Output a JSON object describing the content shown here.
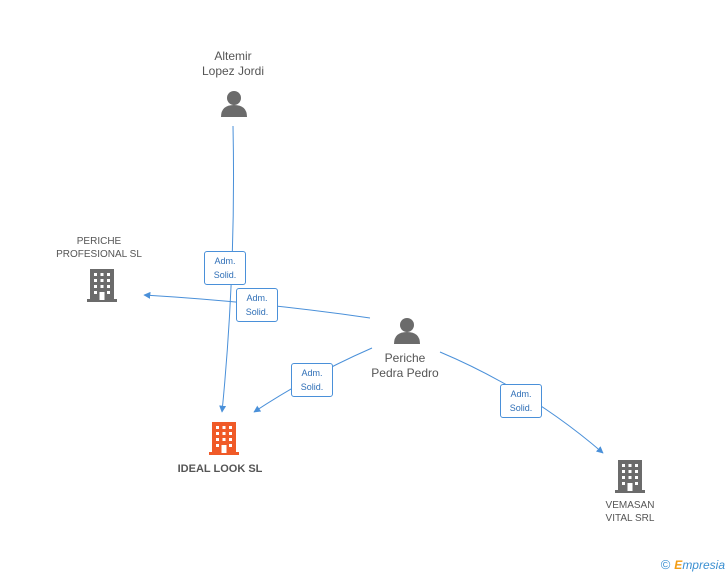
{
  "nodes": {
    "altemir": {
      "lines": [
        "Altemir",
        "Lopez Jordi"
      ],
      "type": "person"
    },
    "periche_pedro": {
      "lines": [
        "Periche",
        "Pedra Pedro"
      ],
      "type": "person"
    },
    "periche_profesional": {
      "lines": [
        "PERICHE",
        "PROFESIONAL SL"
      ],
      "type": "company"
    },
    "ideal_look": {
      "lines": [
        "IDEAL LOOK SL"
      ],
      "type": "company-focus"
    },
    "vemasan": {
      "lines": [
        "VEMASAN",
        "VITAL SRL"
      ],
      "type": "company"
    }
  },
  "edges": [
    {
      "from": "altemir",
      "to": "ideal_look",
      "label": [
        "Adm.",
        "Solid."
      ]
    },
    {
      "from": "periche_pedro",
      "to": "periche_profesional",
      "label": [
        "Adm.",
        "Solid."
      ]
    },
    {
      "from": "periche_pedro",
      "to": "ideal_look",
      "label": [
        "Adm.",
        "Solid."
      ]
    },
    {
      "from": "periche_pedro",
      "to": "vemasan",
      "label": [
        "Adm.",
        "Solid."
      ]
    }
  ],
  "colors": {
    "edge": "#4a90d9",
    "person_icon": "#6b6b6b",
    "company_icon": "#6b6b6b",
    "focus_icon": "#f05a28"
  },
  "footer": {
    "copyright": "©",
    "brand_initial": "E",
    "brand_rest": "mpresia"
  }
}
